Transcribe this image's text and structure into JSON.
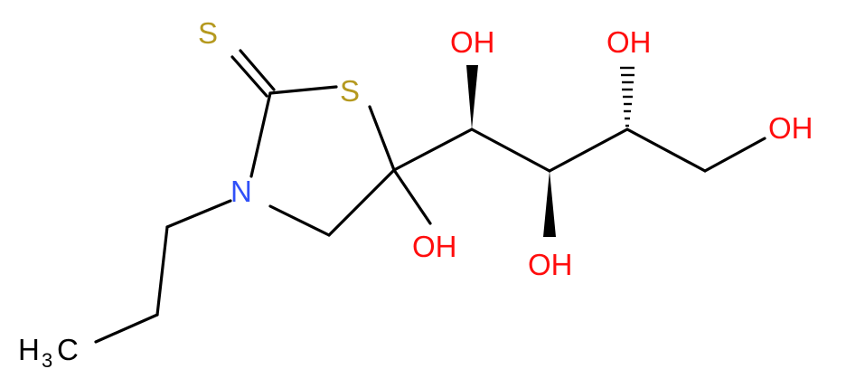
{
  "colors": {
    "bond": "#000000",
    "oxygen": "#ff0d0d",
    "sulfur": "#b5991f",
    "nitrogen": "#3050f8",
    "carbon": "#000000"
  },
  "labels": {
    "thione_s": "S",
    "ring_s": "S",
    "ring_n": "N",
    "oh_ring": "OH",
    "oh_top_left": "OH",
    "oh_top_right": "OH",
    "oh_bottom": "OH",
    "oh_terminal": "OH",
    "methyl_h": "H",
    "methyl_sub": "3",
    "methyl_c": "C"
  }
}
